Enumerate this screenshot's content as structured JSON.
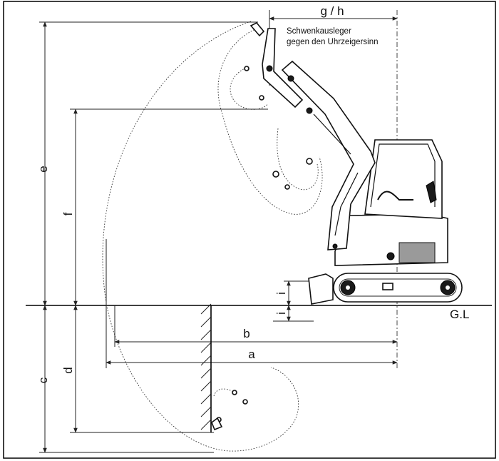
{
  "labels": {
    "a": "a",
    "b": "b",
    "c": "c",
    "d": "d",
    "e": "e",
    "f": "f",
    "gh": "g / h",
    "i_upper": "i",
    "i_lower": "i",
    "ground_line": "G.L"
  },
  "note": {
    "line1": "Schwenkausleger",
    "line2": "gegen den Uhrzeigersinn"
  }
}
